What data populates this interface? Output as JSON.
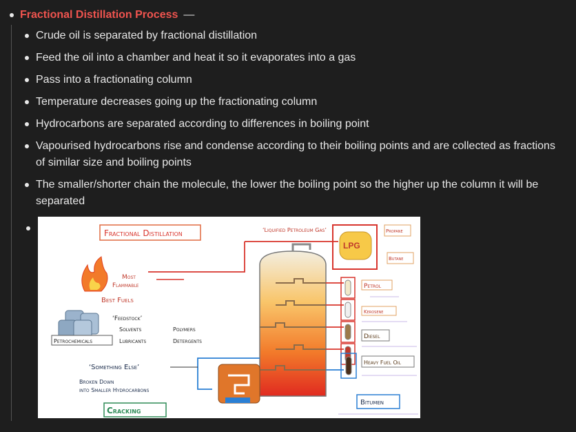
{
  "section": {
    "title": "Fractional Distillation Process",
    "dash": "—"
  },
  "bullets": [
    "Crude oil is separated by fractional distillation",
    "Feed the oil into a chamber and heat it so it evaporates into a gas",
    "Pass into a fractionating column",
    "Temperature decreases going up the fractionating column",
    "Hydrocarbons are separated according to differences in boiling point",
    "Vapourised hydrocarbons rise and condense according to their boiling points and are collected as fractions of similar size and boiling points",
    "The smaller/shorter chain the molecule, the lower the boiling point so the higher up the column it will be separated"
  ],
  "figure": {
    "title": "Fractional Distillation",
    "lpg_label": "‘Liquified Petroleum Gas’",
    "lpg_tank": "LPG",
    "propane": "Propane",
    "butane": "Butane",
    "petrol": "Petrol",
    "kerosene": "Kerosene",
    "diesel": "Diesel",
    "heavy_fuel_oil": "Heavy Fuel Oil",
    "bitumen": "Bitumen",
    "most": "Most",
    "flammable": "Flammable",
    "best_fuels": "Best Fuels",
    "feedstock": "‘Feedstock’",
    "solvents": "Solvents",
    "polymers": "Polymers",
    "lubricants": "Lubricants",
    "detergents": "Detergents",
    "petrochemicals": "Petrochemicals",
    "something_else": "‘Something Else’",
    "broken_down": "Broken Down",
    "into_smaller": "into Smaller Hydrocarbons",
    "cracking": "Cracking"
  },
  "colors": {
    "heading": "#f0544f",
    "line_red": "#d8342c",
    "line_blue": "#2a7fd4",
    "cracking_green": "#2e8b57"
  }
}
